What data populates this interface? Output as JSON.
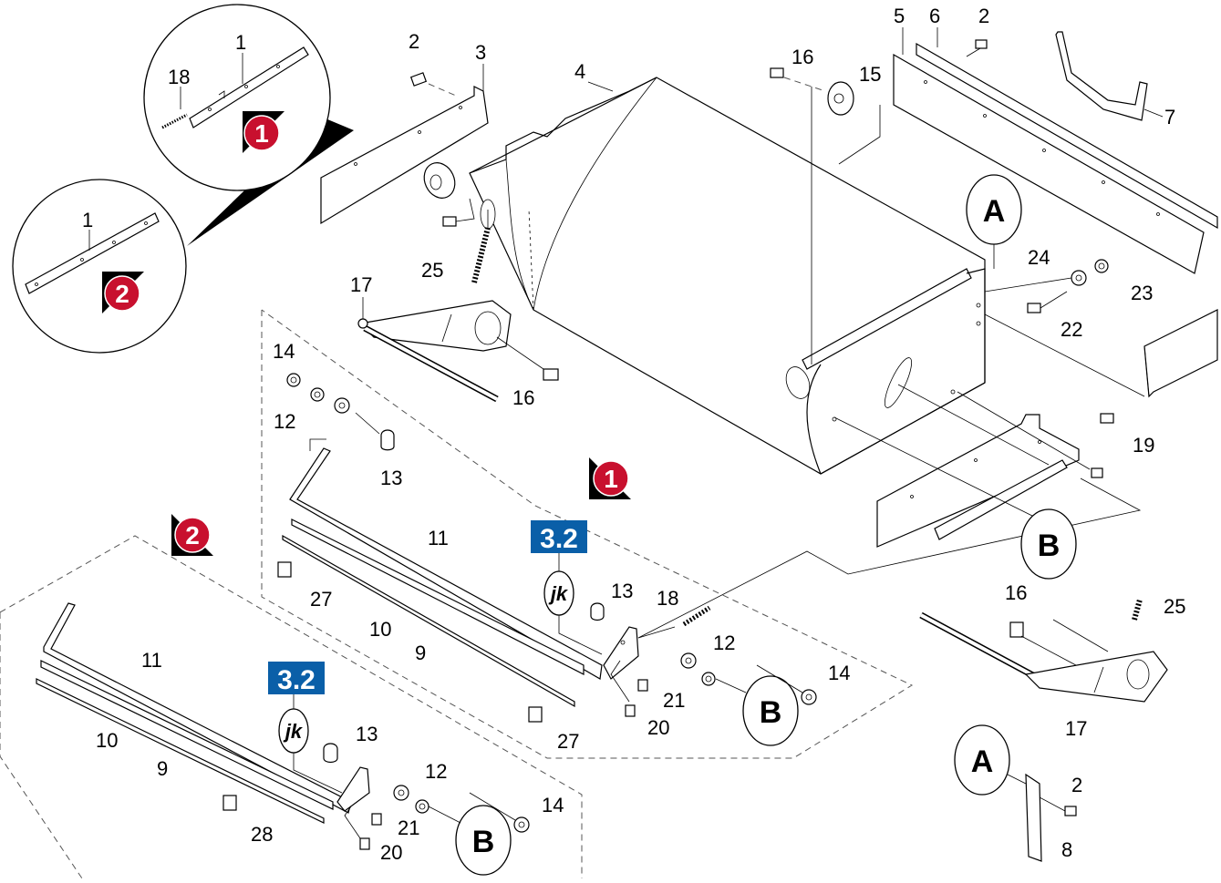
{
  "colors": {
    "accent_red": "#c8102e",
    "reference_blue": "#0a5fa8",
    "line": "#000000"
  },
  "refs": {
    "ref_a": "3.2",
    "ref_b": "3.2",
    "jk_a": "jk",
    "jk_b": "jk"
  },
  "steps": {
    "s1_detail": "1",
    "s2_detail": "2",
    "s1_main": "1",
    "s2_main": "2"
  },
  "bubbles": {
    "a_top": "A",
    "a_bottom": "A",
    "b_right": "B",
    "b_mid": "B",
    "b_low": "B"
  },
  "callouts": {
    "c1_detail1": "1",
    "c18_detail1": "18",
    "c1_detail2": "1",
    "c2_top": "2",
    "c3": "3",
    "c4": "4",
    "c25_left": "25",
    "c17_left": "17",
    "c16_mid": "16",
    "c16_top": "16",
    "c15": "15",
    "c5": "5",
    "c6": "6",
    "c2_topright": "2",
    "c7": "7",
    "c24": "24",
    "c23": "23",
    "c22": "22",
    "c19": "19",
    "c14_a": "14",
    "c12_a": "12",
    "c13_a": "13",
    "c11_a": "11",
    "c27_a": "27",
    "c10_a": "10",
    "c9_a": "9",
    "c13_b": "13",
    "c18_mid": "18",
    "c12_b": "12",
    "c14_b": "14",
    "c21_a": "21",
    "c20_a": "20",
    "c27_b": "27",
    "c11_b": "11",
    "c10_b": "10",
    "c9_b": "9",
    "c28": "28",
    "c13_c": "13",
    "c12_c": "12",
    "c14_c": "14",
    "c21_b": "21",
    "c20_b": "20",
    "c16_right": "16",
    "c25_right": "25",
    "c17_right": "17",
    "c2_bottom": "2",
    "c8": "8"
  }
}
